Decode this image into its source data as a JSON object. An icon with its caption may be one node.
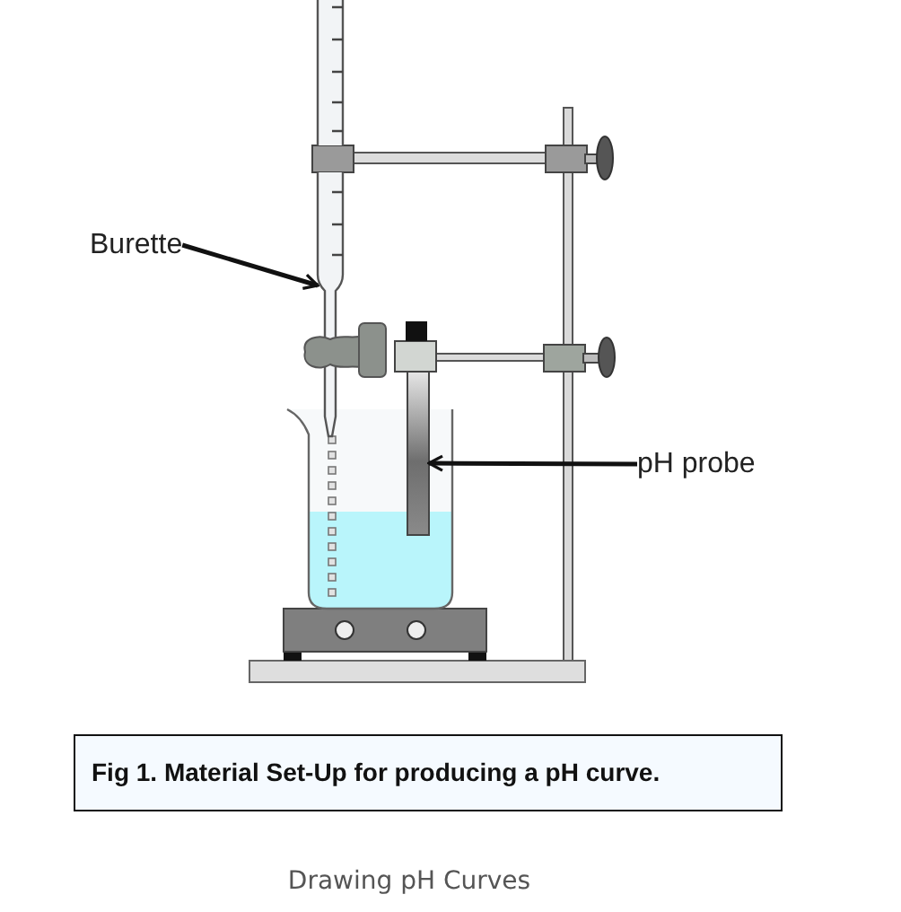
{
  "diagram": {
    "caption": "Fig 1. Material Set-Up for producing a pH curve.",
    "nodes": [
      {
        "text": [
          "Burette"
        ]
      },
      {
        "text": [],
        "shape": "picture"
      },
      {
        "text": [
          "pH probe"
        ]
      },
      {
        "text": [],
        "shape": "picture"
      }
    ],
    "edges": [
      {
        "from": 0,
        "to": 1,
        "arrow": "to"
      },
      {
        "from": 2,
        "to": 3,
        "arrow": "to"
      }
    ],
    "labels": [
      "Drawing pH Curves"
    ]
  }
}
